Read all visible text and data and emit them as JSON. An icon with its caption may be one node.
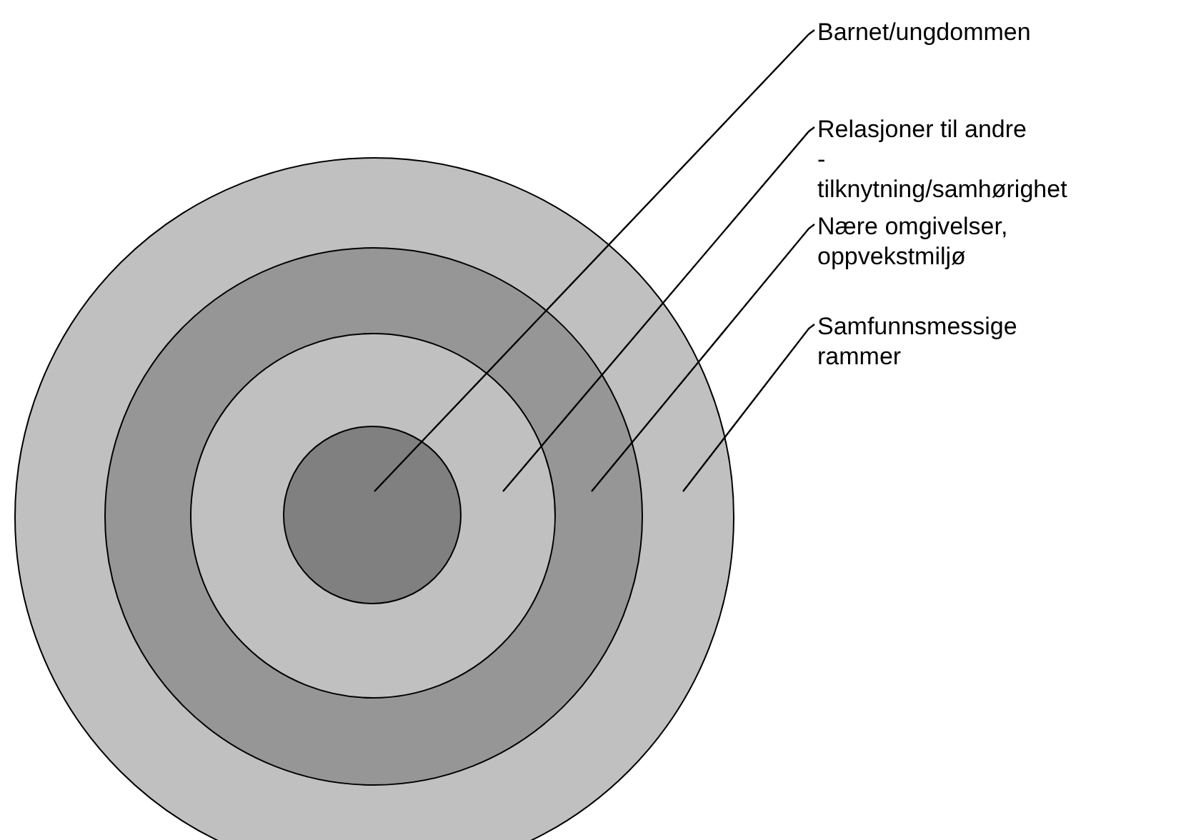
{
  "diagram": {
    "nodes": [
      {
        "text": [],
        "shape": "circle"
      },
      {
        "text": [],
        "shape": "circle",
        "in": 0
      },
      {
        "text": [],
        "shape": "circle",
        "in": 1
      },
      {
        "text": [],
        "shape": "circle",
        "in": 2
      },
      {
        "text": [
          "Barnet/ungdommen"
        ]
      },
      {
        "text": [
          "Relasjoner til andre -tilknytning/samhørighet"
        ]
      },
      {
        "text": [
          "Nære omgivelser, oppvekstmiljø"
        ]
      },
      {
        "text": [
          "Samfunnsmessige rammer"
        ]
      }
    ],
    "edges": [
      {
        "from": 4,
        "to": 3,
        "arrow": "none"
      },
      {
        "from": 5,
        "to": 2,
        "arrow": "none"
      },
      {
        "from": 6,
        "to": 1,
        "arrow": "none"
      },
      {
        "from": 7,
        "to": 0,
        "arrow": "none"
      }
    ]
  }
}
